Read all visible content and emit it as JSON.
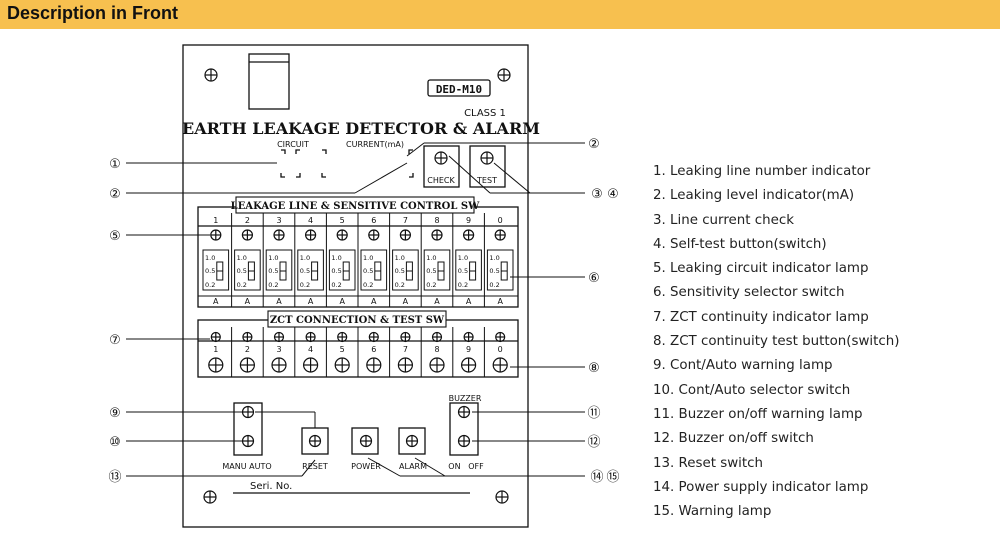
{
  "header": {
    "title": "Description in Front"
  },
  "panel": {
    "model": "DED-M10",
    "class_label": "CLASS 1",
    "title": "EARTH LEAKAGE DETECTOR & ALARM",
    "circuit_label": "CIRCUIT",
    "current_label": "CURRENT(mA)",
    "check_label": "CHECK",
    "test_label": "TEST",
    "leakage_section_title": "LEAKAGE LINE & SENSITIVE CONTROL SW",
    "zct_section_title": "ZCT CONNECTION & TEST SW",
    "channels": [
      "1",
      "2",
      "3",
      "4",
      "5",
      "6",
      "7",
      "8",
      "9",
      "0"
    ],
    "sensitivity_values": [
      "1.0",
      "0.5",
      "0.2"
    ],
    "ampere_label": "A",
    "buzzer_label": "BUZZER",
    "manu_auto_label": "MANU AUTO",
    "reset_label": "RESET",
    "power_label": "POWER",
    "alarm_label": "ALARM",
    "on_off_label": "ON   OFF",
    "serial_label": "Seri. No."
  },
  "callout_numbers": [
    "①",
    "②",
    "③",
    "④",
    "⑤",
    "⑥",
    "⑦",
    "⑧",
    "⑨",
    "⑩",
    "⑪",
    "⑫",
    "⑬",
    "⑭",
    "⑮"
  ],
  "legend": [
    "1. Leaking line number indicator",
    "2. Leaking level indicator(mA)",
    "3. Line current check",
    "4. Self-test button(switch)",
    "5. Leaking circuit indicator lamp",
    "6. Sensitivity selector switch",
    "7. ZCT continuity indicator lamp",
    "8. ZCT continuity test button(switch)",
    "9. Cont/Auto warning lamp",
    "10. Cont/Auto selector switch",
    "11. Buzzer on/off warning lamp",
    "12. Buzzer on/off switch",
    "13. Reset switch",
    "14. Power supply indicator lamp",
    "15. Warning lamp"
  ],
  "colors": {
    "header_bg": "#f7c04f",
    "ink": "#111111",
    "legend_text": "#222222"
  }
}
